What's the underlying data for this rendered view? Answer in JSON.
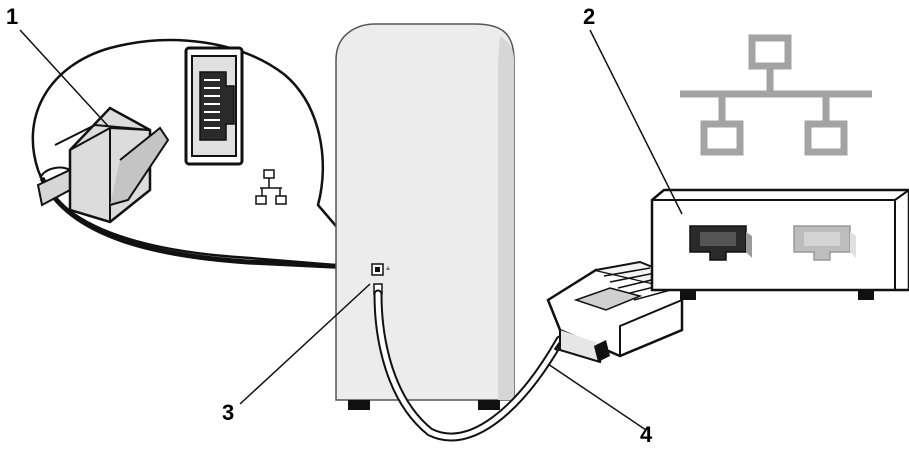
{
  "callouts": {
    "one": "1",
    "two": "2",
    "three": "3",
    "four": "4"
  },
  "colors": {
    "line": "#111111",
    "tower_face": "#ececec",
    "tower_side": "#cfcfcf",
    "bubble_fill": "#ffffff",
    "plug_gray": "#d6d6d6",
    "port_dark": "#2a2a2a",
    "port_light": "#bdbdbd",
    "network_icon_gray": "#a3a3a3",
    "cable_fill": "#ffffff"
  },
  "icons": {
    "network_symbol": "network-topology-icon",
    "plug": "rj45-plug-icon",
    "port": "ethernet-port-icon"
  }
}
